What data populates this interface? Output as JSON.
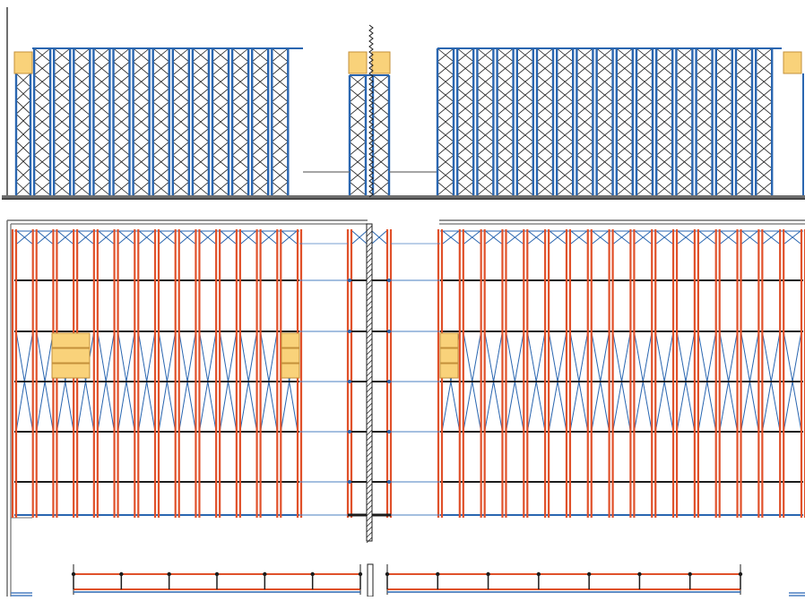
{
  "drawing": {
    "title": "",
    "views": [
      {
        "name": "elevation",
        "left_block_bays": 14,
        "right_block_bays": 17,
        "middle_bays": 2
      },
      {
        "name": "plan",
        "left_block_bays": 14,
        "right_block_bays": 17,
        "middle_bays": 2,
        "levels": 6
      },
      {
        "name": "bottom-section",
        "left_block_segments": 6,
        "right_block_segments": 7
      }
    ],
    "colors": {
      "upright_blue": "#2a66b0",
      "beam_orange": "#e0512a",
      "pallet_yellow": "#f9d27a",
      "pallet_border": "#c4903a",
      "ground_gray": "#6f6f6f",
      "dark_line": "#1c1c1c",
      "wall_blue": "#4a7fc0"
    }
  }
}
